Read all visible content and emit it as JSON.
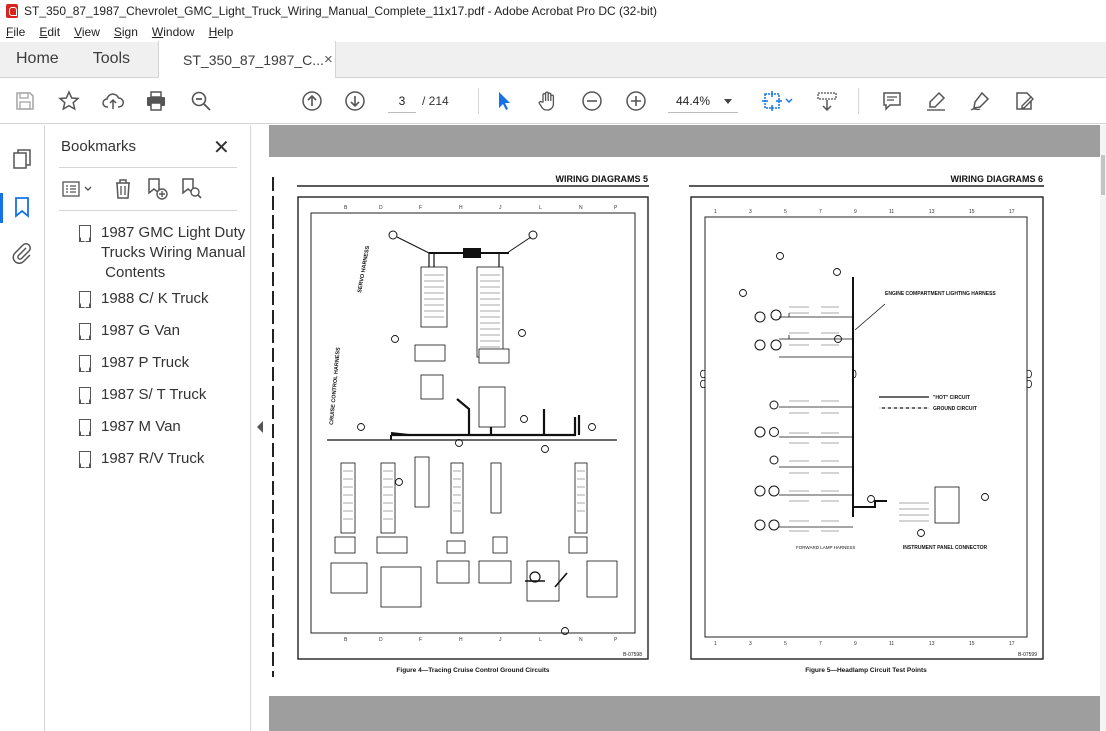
{
  "window": {
    "title": "ST_350_87_1987_Chevrolet_GMC_Light_Truck_Wiring_Manual_Complete_11x17.pdf - Adobe Acrobat Pro DC (32-bit)"
  },
  "menu": [
    {
      "label": "File",
      "ul": "F",
      "rest": "ile"
    },
    {
      "label": "Edit",
      "ul": "E",
      "rest": "dit"
    },
    {
      "label": "View",
      "ul": "V",
      "rest": "iew"
    },
    {
      "label": "Sign",
      "ul": "S",
      "rest": "ign"
    },
    {
      "label": "Window",
      "ul": "W",
      "rest": "indow"
    },
    {
      "label": "Help",
      "ul": "H",
      "rest": "elp"
    }
  ],
  "tabs": {
    "home": "Home",
    "tools": "Tools",
    "document": "ST_350_87_1987_C...",
    "close": "×"
  },
  "toolbar": {
    "page_current": "3",
    "page_total": "/ 214",
    "zoom": "44.4%"
  },
  "bookmarks": {
    "header": "Bookmarks",
    "close": "✕",
    "items": [
      {
        "lines": [
          "1987 GMC Light Duty",
          "Trucks Wiring Manual",
          " Contents"
        ]
      },
      {
        "lines": [
          "1988 C/ K Truck"
        ]
      },
      {
        "lines": [
          "1987 G Van"
        ]
      },
      {
        "lines": [
          "1987 P Truck"
        ]
      },
      {
        "lines": [
          "1987 S/ T Truck"
        ]
      },
      {
        "lines": [
          "1987 M Van"
        ]
      },
      {
        "lines": [
          "1987 R/V Truck"
        ]
      }
    ]
  },
  "document": {
    "left_page": {
      "header": "WIRING DIAGRAMS  5",
      "labels": {
        "servo_harness": "SERVO HARNESS",
        "cruise_harness": "CRUISE CONTROL HARNESS",
        "code": "B-07598"
      },
      "caption": "Figure 4—Tracing Cruise Control Ground Circuits"
    },
    "right_page": {
      "header": "WIRING DIAGRAMS  6",
      "labels": {
        "engine_harness": "ENGINE COMPARTMENT LIGHTING HARNESS",
        "hot_circuit": "\"HOT\" CIRCUIT",
        "ground_circuit": "GROUND CIRCUIT",
        "ip_connector": "INSTRUMENT PANEL CONNECTOR",
        "forward_lamp": "FORWARD LAMP HARNESS",
        "code": "B-07599"
      },
      "caption": "Figure 5—Headlamp Circuit Test Points"
    }
  },
  "colors": {
    "accent": "#1473e6",
    "viewer_bg": "#9e9e9e",
    "acrobat_red": "#d7251d"
  }
}
